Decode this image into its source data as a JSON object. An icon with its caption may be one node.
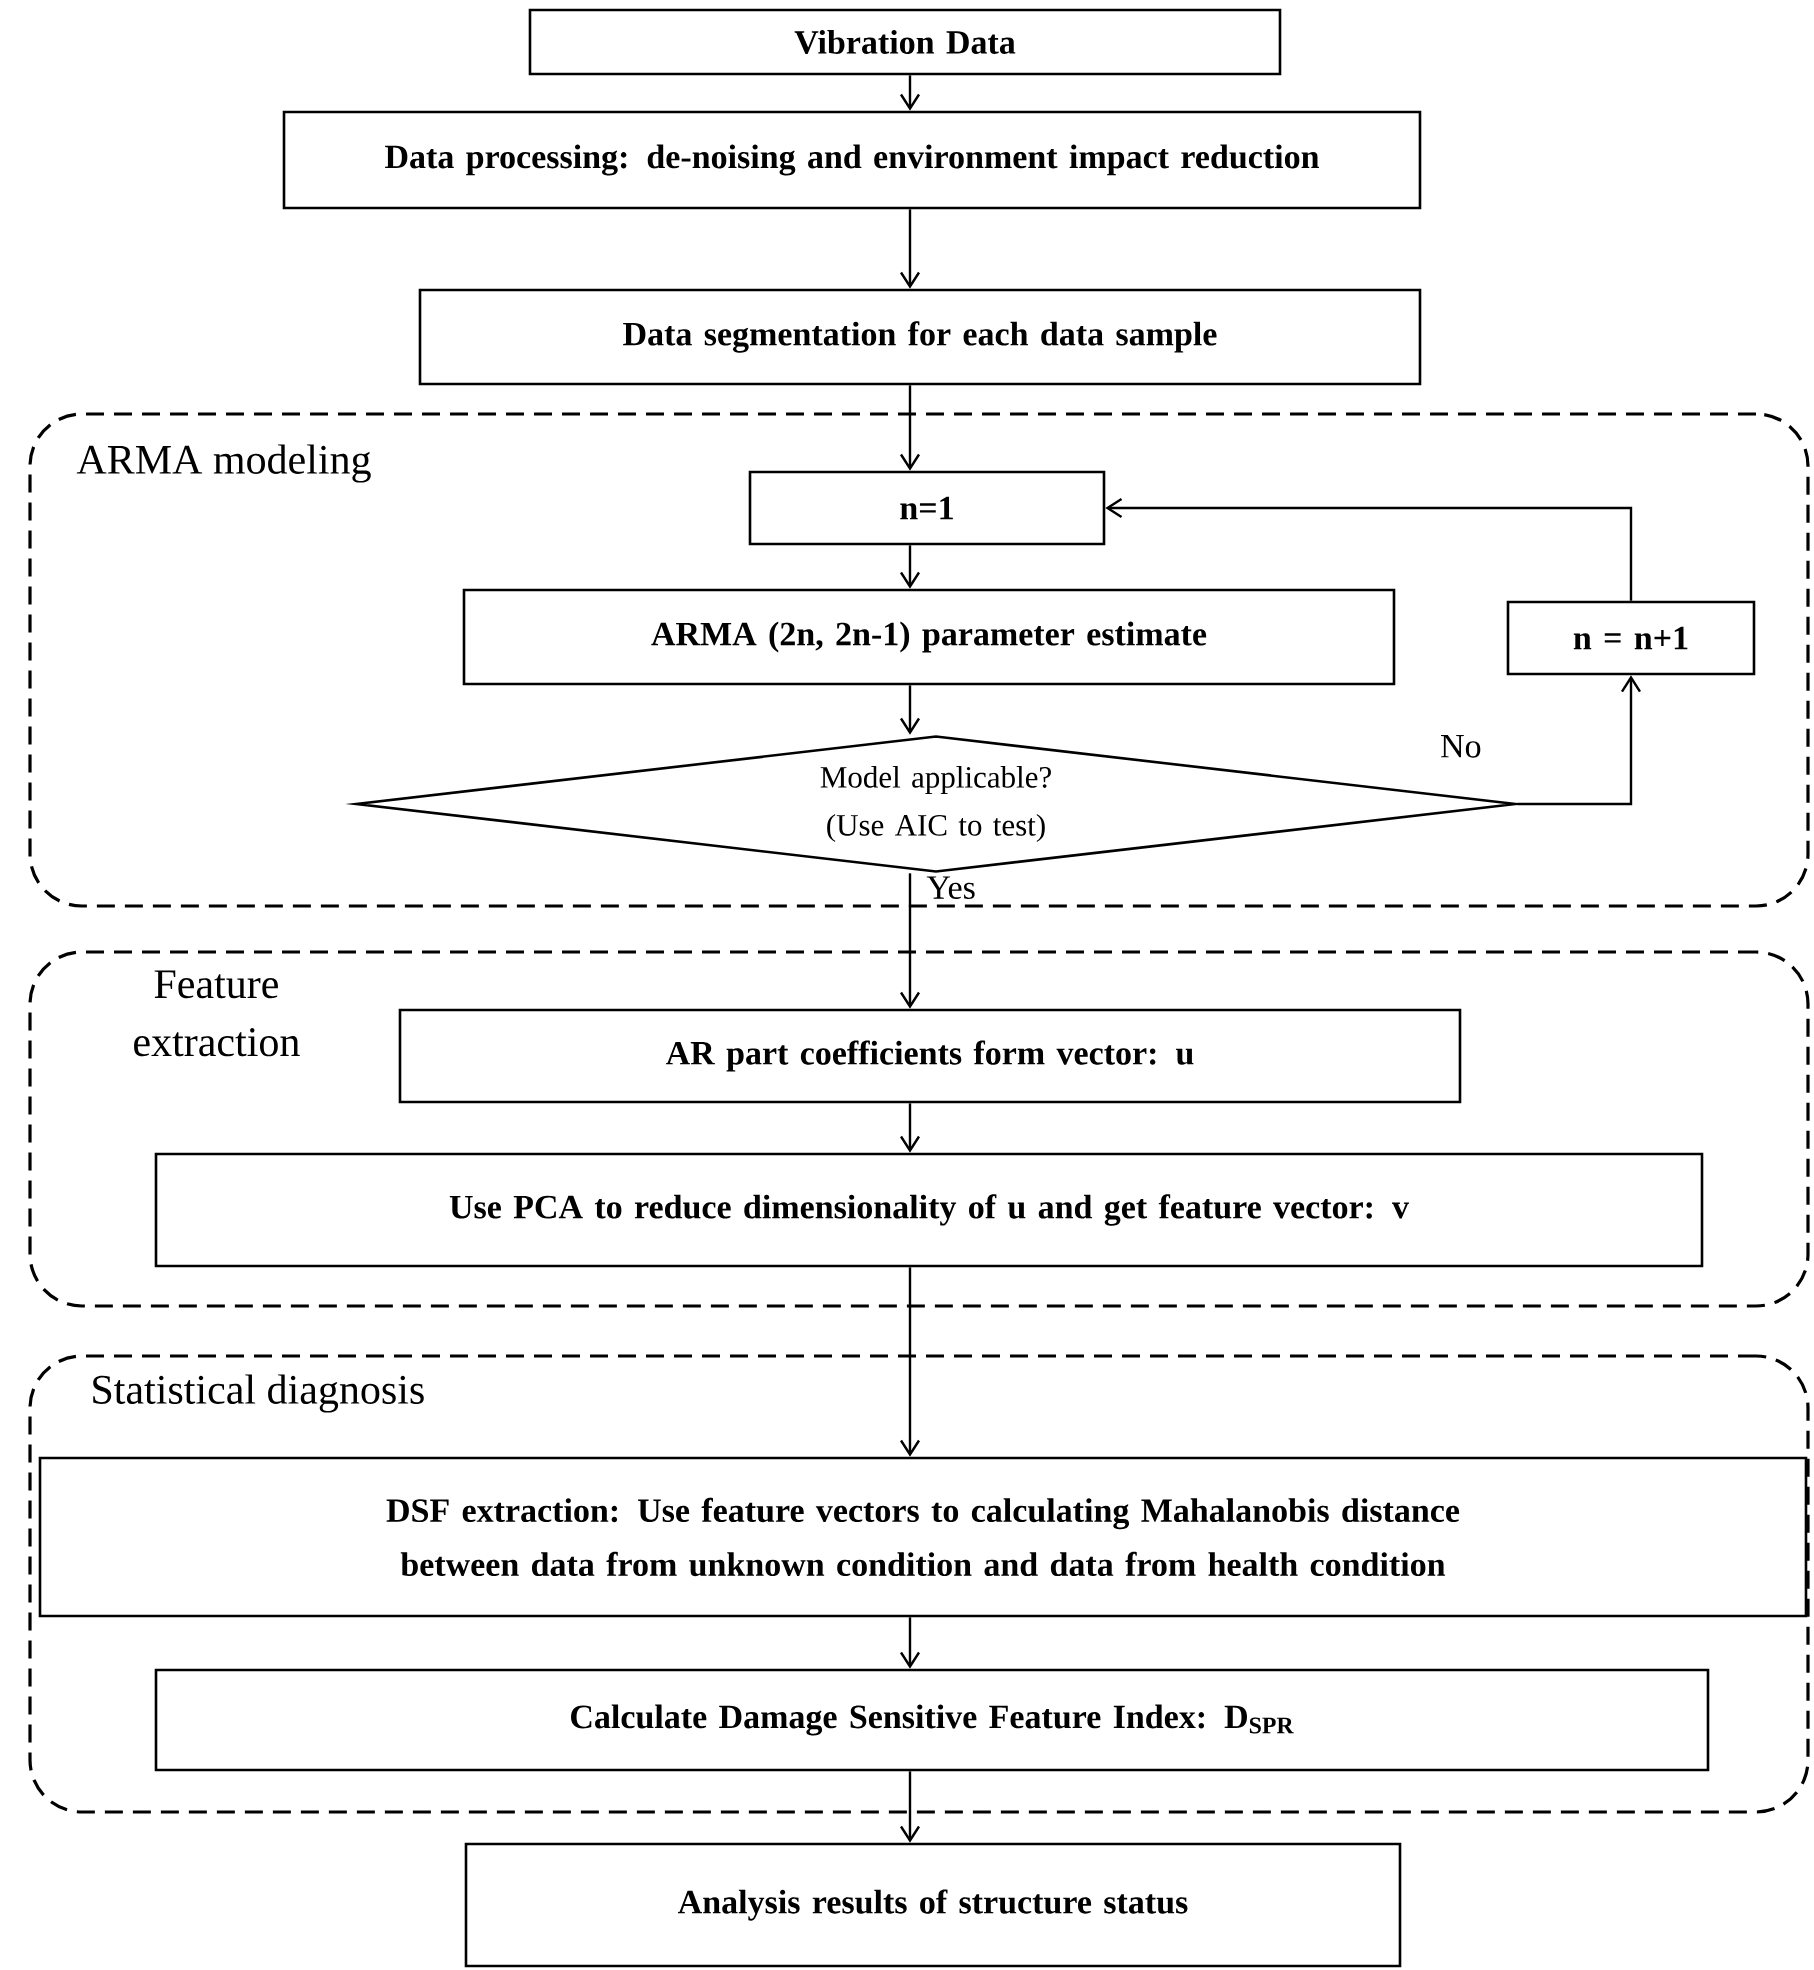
{
  "diagram": {
    "nodes": [
      {
        "text": [
          "Vibration Data"
        ]
      },
      {
        "text": [
          "Data processing: de-noising and environment impact reduction"
        ]
      },
      {
        "text": [
          "Data segmentation for each data sample"
        ]
      },
      {
        "text": [
          "ARMA modeling"
        ]
      },
      {
        "text": [
          "n=1"
        ],
        "in": 3
      },
      {
        "text": [
          "ARMA (2n, 2n-1) parameter estimate"
        ],
        "in": 3
      },
      {
        "text": [
          "n = n+1"
        ],
        "in": 3
      },
      {
        "text": [
          "Model applicable? (Use AIC to test)"
        ],
        "in": 3
      },
      {
        "text": [
          "Feature extraction"
        ]
      },
      {
        "text": [
          "AR part coefficients form vector: u"
        ],
        "in": 8
      },
      {
        "text": [
          "Use PCA to reduce dimensionality of u and get feature vector: v"
        ],
        "in": 8
      },
      {
        "text": [
          "Statistical diagnosis"
        ]
      },
      {
        "text": [
          "DSF extraction: Use feature vectors to calculating Mahalanobis distance between data from unknown condition and data from health condition"
        ],
        "in": 11
      },
      {
        "text": [
          "Calculate Damage Sensitive Feature Index: D$_{SPR}$"
        ],
        "in": 11
      },
      {
        "text": [
          "Analysis results of structure status"
        ]
      }
    ],
    "edges": [
      {
        "from": 0,
        "to": 1,
        "arrow": "to"
      },
      {
        "from": 1,
        "to": 2,
        "arrow": "to"
      },
      {
        "from": 2,
        "to": 4,
        "arrow": "to"
      },
      {
        "from": 4,
        "to": 5,
        "arrow": "to"
      },
      {
        "from": 5,
        "to": 7,
        "arrow": "to"
      },
      {
        "from": 7,
        "to": 6,
        "arrow": "to",
        "label": "No"
      },
      {
        "from": 6,
        "to": 4,
        "arrow": "to"
      },
      {
        "from": 7,
        "to": 9,
        "arrow": "to",
        "label": "Yes"
      },
      {
        "from": 9,
        "to": 10,
        "arrow": "to"
      },
      {
        "from": 10,
        "to": 12,
        "arrow": "to"
      },
      {
        "from": 12,
        "to": 13,
        "arrow": "to"
      },
      {
        "from": 13,
        "to": 14,
        "arrow": "to"
      }
    ]
  }
}
